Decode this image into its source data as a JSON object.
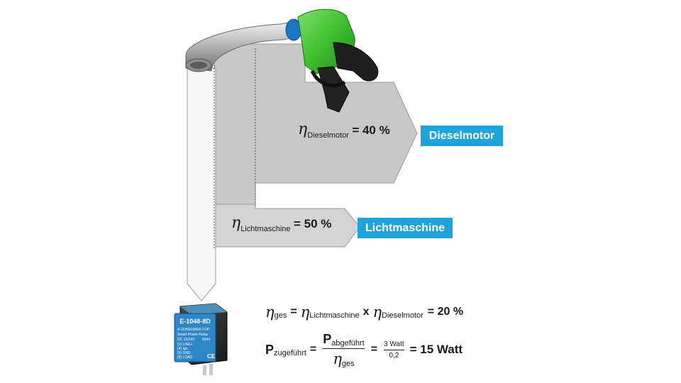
{
  "labels": {
    "dieselmotor": "Dieselmotor",
    "lichtmaschine": "Lichtmaschine"
  },
  "efficiency": {
    "symbol": "η",
    "dieselmotor": {
      "sub": "Dieselmotor",
      "value": "= 40 %"
    },
    "lichtmaschine": {
      "sub": "Lichtmaschine",
      "value": "= 50 %"
    }
  },
  "formula_total": {
    "symbol": "η",
    "sub_total": "ges",
    "eq": "=",
    "sub_a": "Lichtmaschine",
    "times": "x",
    "sub_b": "Dieselmotor",
    "result": "= 20 %"
  },
  "formula_power": {
    "p_symbol": "P",
    "p_sub": "zugeführt",
    "eq1": "=",
    "num_p": "P",
    "num_sub": "abgeführt",
    "den_symbol": "η",
    "den_sub": "ges",
    "eq2": "=",
    "num_watt": "3 Watt",
    "den_val": "0,2",
    "result": "= 15 Watt"
  },
  "relay": {
    "model": "E-1048-8D",
    "line1": "4-CONSUMER-TOP",
    "line2": "Smart Power Relay",
    "line3": "DC 12/24V",
    "line3b": "5644",
    "line4": "(1) LINE+",
    "line5": "(4) Ign.",
    "line6": "(5) GND",
    "line7": "(8) LOAD",
    "ce": "CE"
  },
  "colors": {
    "accent_blue": "#1fa3dc",
    "nozzle_green": "#3fbf2e",
    "arrow_gray": "#c8c8c8"
  }
}
